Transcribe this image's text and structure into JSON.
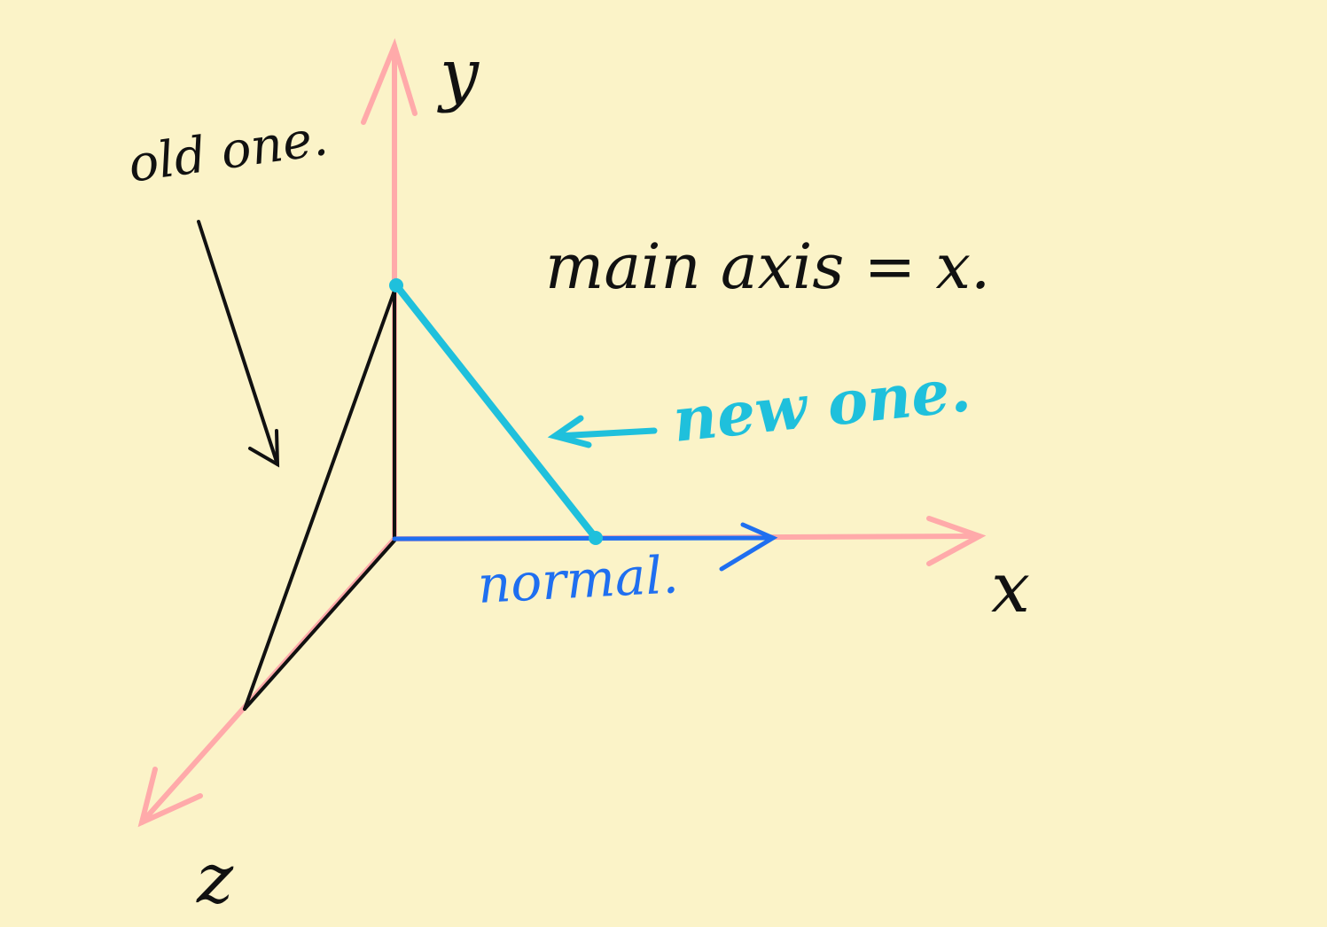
{
  "labels": {
    "y_axis": "y",
    "x_axis": "x",
    "z_axis": "z",
    "old_one": "old one.",
    "main_axis": "main axis = x.",
    "new_one": "new one.",
    "normal": "normal."
  },
  "colors": {
    "background": "#fbf3c8",
    "axis": "#ffaaaa",
    "old_triangle": "#111111",
    "new_triangle": "#1fc0dc",
    "normal": "#1f6ff0"
  }
}
